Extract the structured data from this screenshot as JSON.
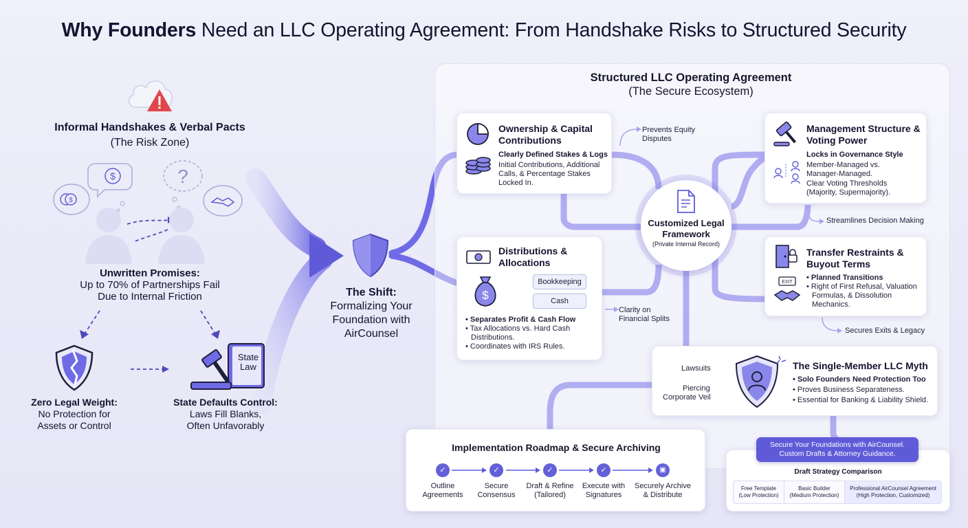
{
  "title": {
    "bold": "Why Founders",
    "rest": " Need an LLC Operating Agreement: From Handshake Risks to Structured Security"
  },
  "left": {
    "zone_title": "Informal Handshakes & Verbal Pacts",
    "zone_subtitle": "(The Risk Zone)",
    "promises_title": "Unwritten Promises:",
    "promises_line1": "Up to 70% of Partnerships Fail",
    "promises_line2": "Due to Internal Friction",
    "zero_title": "Zero Legal Weight:",
    "zero_line1": "No Protection for",
    "zero_line2": "Assets or Control",
    "state_title": "State Defaults Control:",
    "state_line1": "Laws Fill Blanks,",
    "state_line2": "Often Unfavorably",
    "book_line1": "State",
    "book_line2": "Law"
  },
  "shift": {
    "title": "The Shift:",
    "line1": "Formalizing Your",
    "line2": "Foundation with",
    "line3": "AirCounsel"
  },
  "panel": {
    "title": "Structured LLC Operating Agreement",
    "subtitle": "(The Secure Ecosystem)"
  },
  "hub": {
    "title_line1": "Customized Legal",
    "title_line2": "Framework",
    "subtitle": "(Private Internal Record)"
  },
  "ownership": {
    "title_line1": "Ownership & Capital",
    "title_line2": "Contributions",
    "sub": "Clearly Defined Stakes & Logs",
    "text_line1": "Initial Contributions, Additional",
    "text_line2": "Calls, & Percentage Stakes",
    "text_line3": "Locked In."
  },
  "distributions": {
    "title_line1": "Distributions &",
    "title_line2": "Allocations",
    "pill1": "Bookkeeping",
    "pill2": "Cash",
    "b1": "Separates Profit & Cash Flow",
    "b2_line1": "Tax Allocations vs. Hard Cash",
    "b2_line2": "Distributions.",
    "b3": "Coordinates with IRS Rules."
  },
  "management": {
    "title_line1": "Management Structure &",
    "title_line2": "Voting Power",
    "sub": "Locks in Governance Style",
    "text_line1": "Member-Managed vs.",
    "text_line2": "Manager-Managed.",
    "text_line3": "Clear Voting Thresholds",
    "text_line4": "(Majority, Supermajority)."
  },
  "transfer": {
    "title_line1": "Transfer Restraints &",
    "title_line2": "Buyout Terms",
    "b1": "Planned Transitions",
    "b2_line1": "Right of First Refusal, Valuation",
    "b2_line2": "Formulas, & Dissolution",
    "b2_line3": "Mechanics.",
    "exit_sign": "EXIT"
  },
  "single": {
    "title": "The Single-Member LLC Myth",
    "b1": "Solo Founders Need Protection Too",
    "b2": "Proves Business Separateness.",
    "b3": "Essential for Banking & Liability Shield.",
    "lawsuits": "Lawsuits",
    "veil_line1": "Piercing",
    "veil_line2": "Corporate Veil"
  },
  "callouts": {
    "equity_line1": "Prevents Equity",
    "equity_line2": "Disputes",
    "clarity_line1": "Clarity on",
    "clarity_line2": "Financial Splits",
    "decision": "Streamlines Decision Making",
    "exits": "Secures Exits & Legacy"
  },
  "roadmap": {
    "title": "Implementation Roadmap & Secure Archiving",
    "steps": [
      {
        "line1": "Outline",
        "line2": "Agreements"
      },
      {
        "line1": "Secure",
        "line2": "Consensus"
      },
      {
        "line1": "Draft & Refine",
        "line2": "(Tailored)"
      },
      {
        "line1": "Execute with",
        "line2": "Signatures"
      },
      {
        "line1": "Securely Archive",
        "line2": "& Distribute"
      }
    ]
  },
  "cta": {
    "line1": "Secure Your Foundations with AirCounsel.",
    "line2": "Custom Drafts & Attorney Guidance."
  },
  "comparison": {
    "title": "Draft Strategy Comparison",
    "cols": [
      {
        "line1": "Free Template",
        "line2": "(Low Protection)"
      },
      {
        "line1": "Basic Builder",
        "line2": "(Medium Protection)"
      },
      {
        "line1": "Professional AirCounsel Agreement",
        "line2": "(High Protection, Customized)"
      }
    ]
  },
  "icons": {
    "warning": "warning-cloud-icon",
    "dollar": "dollar-icon",
    "question": "question-icon",
    "handshake": "handshake-icon",
    "shield": "shield-icon",
    "gavel": "gavel-icon",
    "document": "document-icon",
    "check": "check-icon",
    "archive": "archive-icon",
    "user": "user-icon"
  },
  "colors": {
    "accent": "#5f5bd8",
    "flow": "#6f6be6",
    "warning": "#e0474c",
    "text": "#16162e"
  }
}
